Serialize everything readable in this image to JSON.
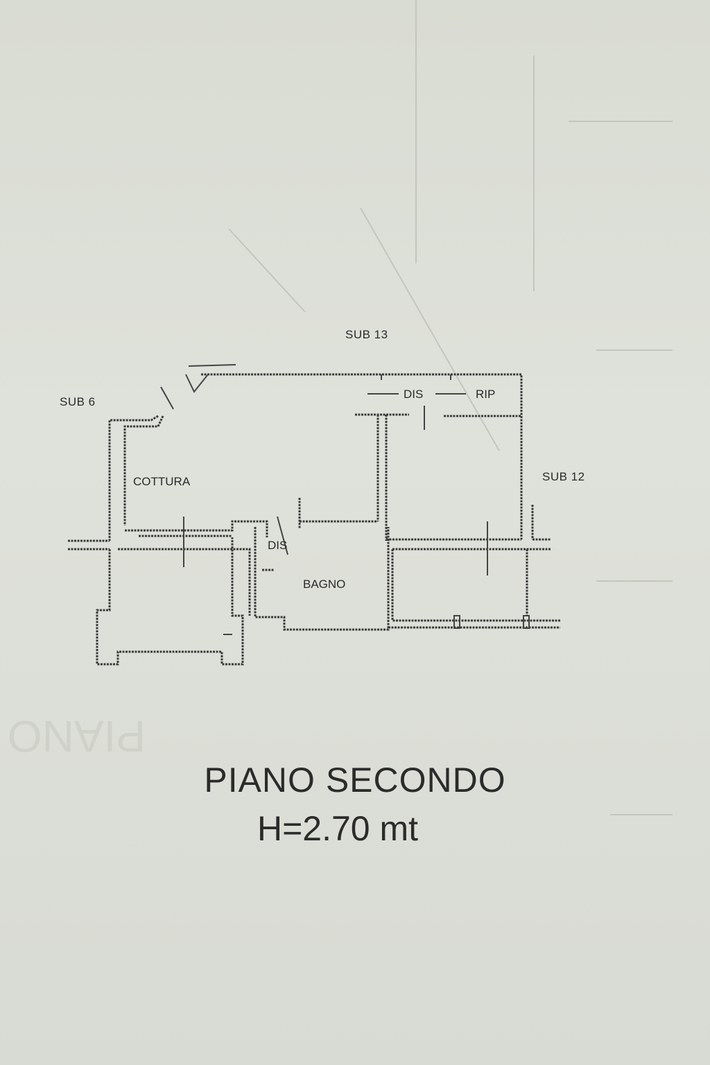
{
  "labels": {
    "sub_top": "SUB 13",
    "sub_left": "SUB 6",
    "sub_right": "SUB 12",
    "dis_top": "DIS",
    "rip": "RIP",
    "cottura": "COTTURA",
    "dis_small": "DIS",
    "bagno": "BAGNO"
  },
  "caption": {
    "title": "PIANO SECONDO",
    "height": "H=2.70 mt"
  }
}
